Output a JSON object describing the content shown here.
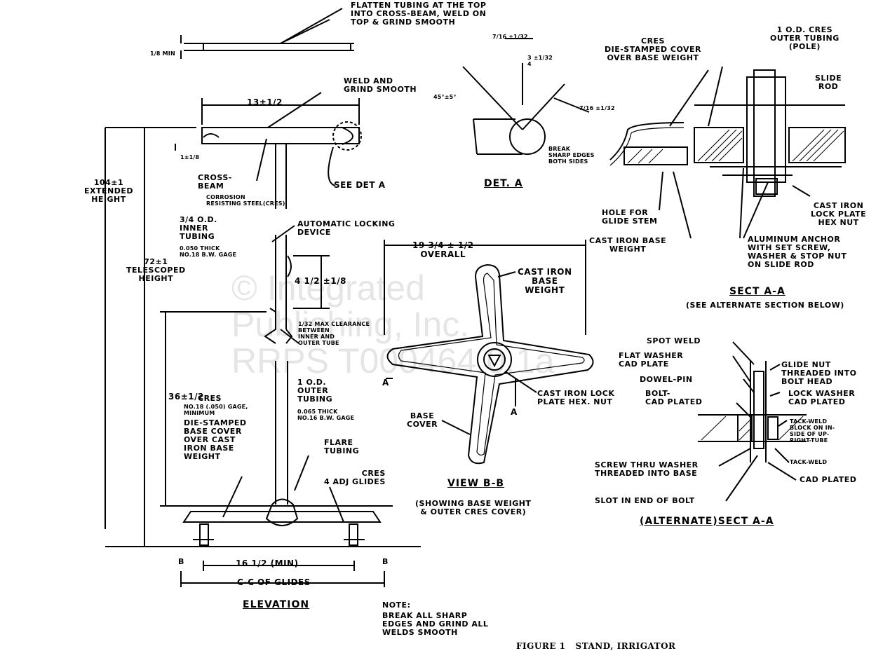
{
  "labels": {
    "flatten": "FLATTEN TUBING AT THE TOP\nINTO CROSS-BEAM, WELD ON\nTOP & GRIND SMOOTH",
    "min_dim": "1/8 MIN",
    "weld_grind": "WELD AND\nGRIND SMOOTH",
    "beam_width": "13±1/2",
    "beam_thk": "1±1/8",
    "cross_beam": "CROSS-\nBEAM",
    "cross_beam_note": "CORROSION\nRESISTING STEEL(CRES)",
    "see_det": "SEE DET A",
    "extended": "104±1\nEXTENDED\nHEIGHT",
    "telescoped": "72±1\nTELESCOPED\nHEIGHT",
    "inner_tubing": "3/4 O.D.\nINNER\nTUBING",
    "inner_note": "0.050 THICK\nNO.18 B.W. GAGE",
    "locking": "AUTOMATIC LOCKING\nDEVICE",
    "lock_dim": "4 1/2 ±1/8",
    "clearance": "1/32 MAX CLEARANCE\nBETWEEN\nINNER AND\nOUTER TUBE",
    "dim_36": "36±1/2",
    "outer_tubing": "1 O.D.\nOUTER\nTUBING",
    "outer_note": "0.065 THICK\nNO.16 B.W. GAGE",
    "cres_left": "CRES",
    "cres_left_note": "NO.18 (.050) GAGE,\nMINIMUM",
    "base_cover_left": "DIE-STAMPED\nBASE COVER\nOVER CAST\nIRON BASE\nWEIGHT",
    "flare": "FLARE\nTUBING",
    "glides": "CRES\n4 ADJ GLIDES",
    "glide_dim": "16 1/2 (MIN)",
    "cc_glides": "C-C OF GLIDES",
    "b_left": "B",
    "b_right": "B",
    "elevation": "ELEVATION",
    "notes_title": "NOTE:",
    "notes_body": "BREAK ALL SHARP\nEDGES AND GRIND ALL\nWELDS SMOOTH",
    "det_dim1": "7/16 ±1/32",
    "det_dim2": "3 ±1/32\n4",
    "det_dim3": "7/16 ±1/32",
    "det_angle": "45°±5°",
    "break_edges": "BREAK\nSHARP EDGES\nBOTH SIDES",
    "det_a": "DET. A",
    "overall": "19 3/4 ± 1/2\nOVERALL",
    "cast_iron_base": "CAST IRON\nBASE\nWEIGHT",
    "cast_iron_lock": "CAST IRON LOCK\nPLATE HEX. NUT",
    "base_cover": "BASE\nCOVER",
    "a_top": "A",
    "a_bottom": "A",
    "view_bb": "VIEW B-B",
    "view_bb_note": "(SHOWING BASE WEIGHT\n& OUTER CRES COVER)",
    "cres_cover": "CRES\nDIE-STAMPED COVER\nOVER BASE WEIGHT",
    "od_pole": "1 O.D. CRES\nOUTER TUBING\n(POLE)",
    "slide_rod": "SLIDE\nROD",
    "hole_glide": "HOLE FOR\nGLIDE STEM",
    "cast_iron_base_weight": "CAST IRON BASE\nWEIGHT",
    "lock_plate": "CAST IRON\nLOCK PLATE\nHEX NUT",
    "anchor": "ALUMINUM ANCHOR\nWITH SET SCREW,\nWASHER & STOP NUT\nON SLIDE ROD",
    "sect_aa": "SECT A-A",
    "sect_alt_note": "(SEE ALTERNATE SECTION BELOW)",
    "spot_weld": "SPOT WELD",
    "flat_washer": "FLAT WASHER\nCAD PLATE",
    "dowel": "DOWEL-PIN",
    "bolt": "BOLT-\nCAD PLATED",
    "glide_nut": "GLIDE NUT\nTHREADED INTO\nBOLT HEAD",
    "lock_washer": "LOCK WASHER\nCAD PLATED",
    "tack_block": "TACK-WELD\nBLOCK ON IN-\nSIDE OF UP-\nRIGHT-TUBE",
    "tack_weld": "TACK-WELD",
    "screw": "SCREW THRU WASHER\nTHREADED INTO BASE",
    "cad_plated": "CAD PLATED",
    "slot": "SLOT IN END OF BOLT",
    "alt_sect": "(ALTERNATE)SECT A-A",
    "figure": "FIGURE 1   STAND, IRRIGATOR"
  },
  "watermark": "© Integrated\nPublishing, Inc.\nRRPS T000464 0.1a"
}
